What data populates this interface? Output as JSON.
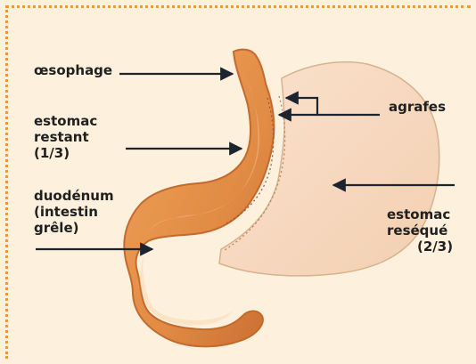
{
  "labels": {
    "oesophagus": "œsophage",
    "remaining_stomach_1": "estomac",
    "remaining_stomach_2": "restant",
    "remaining_stomach_3": "(1/3)",
    "duodenum_1": "duodénum",
    "duodenum_2": "(intestin",
    "duodenum_3": "grêle)",
    "staples": "agrafes",
    "resected_stomach_1": "estomac",
    "resected_stomach_2": "reséqué",
    "resected_stomach_3": "(2/3)"
  },
  "colors": {
    "background": "#fdf1dd",
    "border": "#f29a2e",
    "organ_orange": "#dc7e3b",
    "organ_light": "#f6c89b",
    "resected_pink": "#f7d6bd",
    "arrow": "#1c2430"
  }
}
